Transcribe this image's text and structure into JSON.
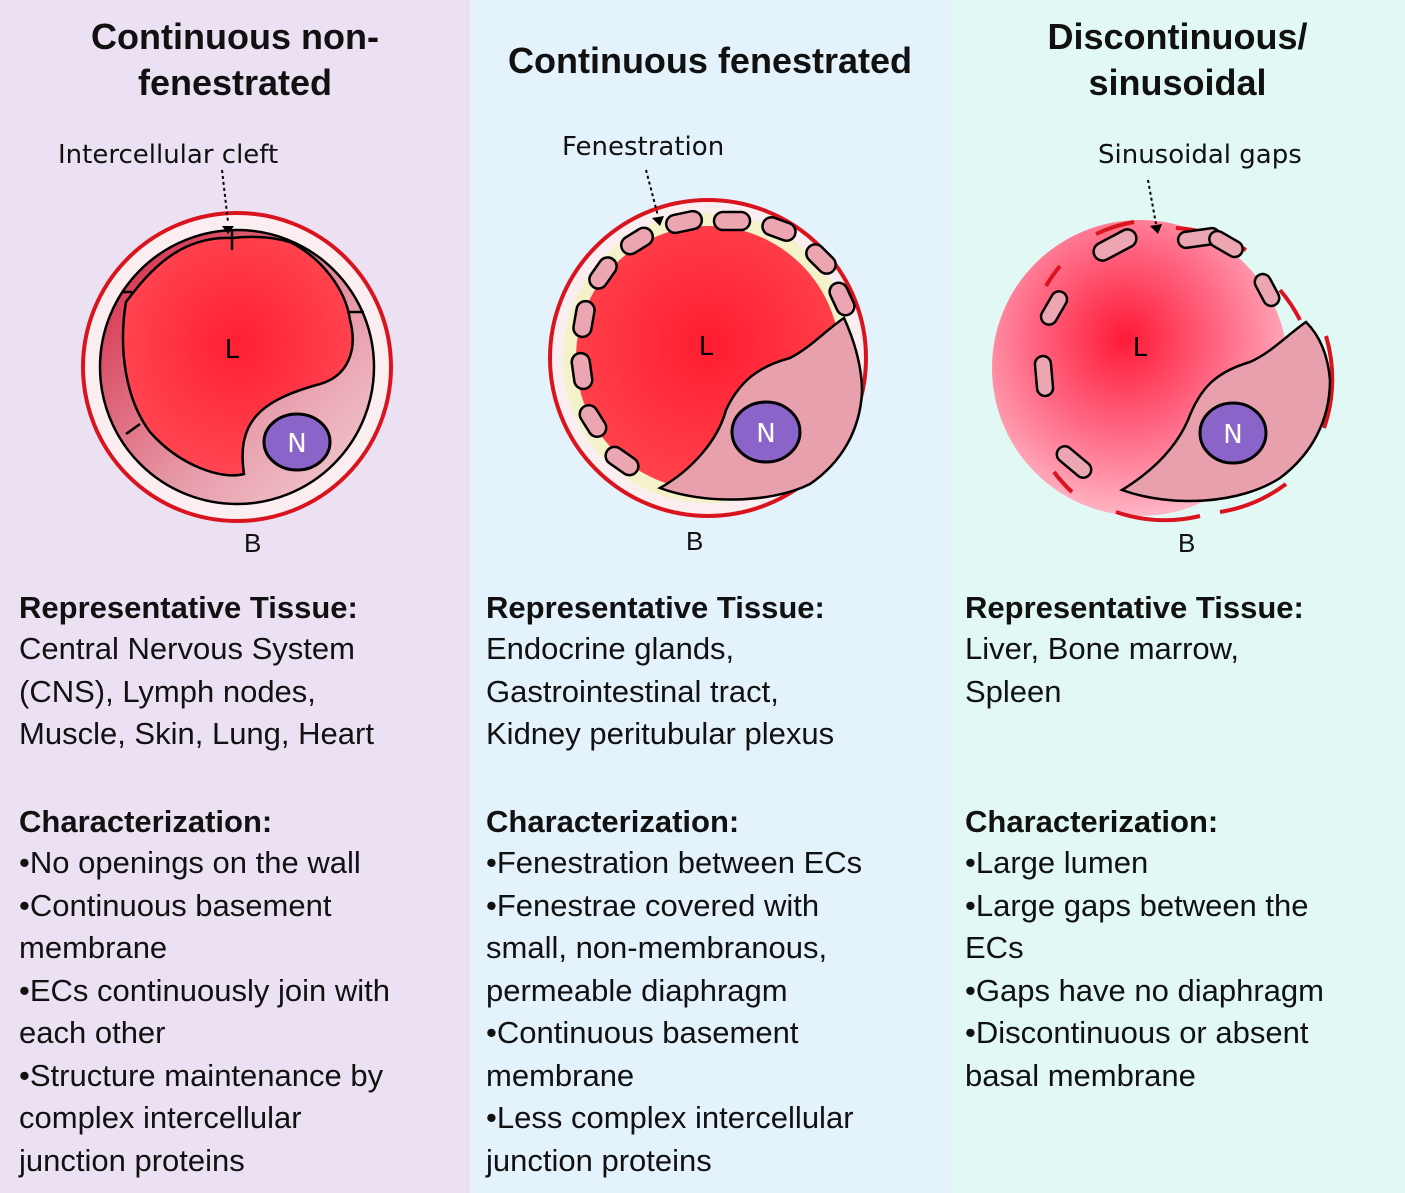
{
  "colors": {
    "panel_1_bg": "#ece1f3",
    "panel_2_bg": "#e3f2fb",
    "panel_3_bg": "#e1f8f4",
    "lumen_red": "#ff2d3a",
    "basement_membrane": "#d9141e",
    "endothelial_cell": "#e6a2ae",
    "nucleus": "#8a64c8"
  },
  "panels": [
    {
      "title": "Continuous non-\nfenestrated",
      "callout": "Intercellular cleft",
      "lumen_label": "L",
      "nucleus_label": "N",
      "basement_label": "B",
      "tissue_heading": "Representative Tissue:",
      "tissue_text": "Central Nervous System\n(CNS), Lymph nodes,\nMuscle, Skin, Lung, Heart",
      "char_heading": "Characterization:",
      "char_items": [
        "No openings on the wall",
        "Continuous basement\n membrane",
        "ECs continuously join with\n each other",
        "Structure maintenance by\n complex intercellular\n junction proteins"
      ]
    },
    {
      "title": "Continuous fenestrated",
      "callout": "Fenestration",
      "lumen_label": "L",
      "nucleus_label": "N",
      "basement_label": "B",
      "tissue_heading": "Representative Tissue:",
      "tissue_text": "Endocrine glands,\nGastrointestinal tract,\nKidney peritubular  plexus",
      "char_heading": "Characterization:",
      "char_items": [
        "Fenestration between ECs",
        "Fenestrae covered with\n small, non-membranous,\n permeable diaphragm",
        "Continuous basement\n membrane",
        "Less complex intercellular\n junction proteins"
      ]
    },
    {
      "title": "Discontinuous/\nsinusoidal",
      "callout": "Sinusoidal gaps",
      "lumen_label": "L",
      "nucleus_label": "N",
      "basement_label": "B",
      "tissue_heading": "Representative Tissue:",
      "tissue_text": "Liver, Bone marrow,\nSpleen",
      "char_heading": "Characterization:",
      "char_items": [
        "Large lumen",
        "Large gaps between the\n ECs",
        "Gaps have no diaphragm",
        "Discontinuous or absent\n basal membrane"
      ]
    }
  ]
}
